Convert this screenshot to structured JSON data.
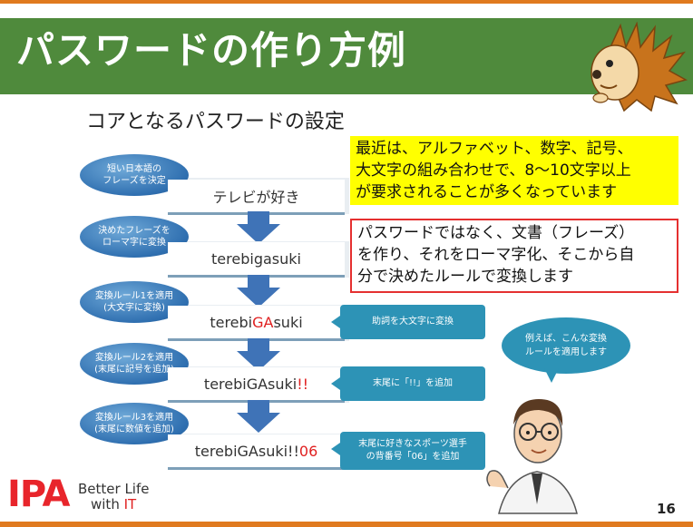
{
  "slide": {
    "title": "パスワードの作り方例",
    "subtitle": "コアとなるパスワードの設定",
    "page_number": "16"
  },
  "steps": [
    {
      "label_line1": "短い日本語の",
      "label_line2": "フレーズを決定",
      "value": "テレビが好き"
    },
    {
      "label_line1": "決めたフレーズを",
      "label_line2": "ローマ字に変換",
      "value": "terebigasuki"
    },
    {
      "label_line1": "変換ルール1を適用",
      "label_line2": "(大文字に変換)",
      "value_prefix": "terebi",
      "value_highlight": "GA",
      "value_suffix": "suki"
    },
    {
      "label_line1": "変換ルール2を適用",
      "label_line2": "(末尾に記号を追加)",
      "value_prefix": "terebiGAsuki",
      "value_highlight": "!!"
    },
    {
      "label_line1": "変換ルール3を適用",
      "label_line2": "(末尾に数値を追加)",
      "value_prefix": "terebiGAsuki!!",
      "value_highlight": "06"
    }
  ],
  "callouts": [
    {
      "text": "助詞を大文字に変換"
    },
    {
      "text": "末尾に「!!」を追加"
    },
    {
      "text_line1": "末尾に好きなスポーツ選手",
      "text_line2": "の背番号「06」を追加"
    }
  ],
  "notes": {
    "yellow_line1": "最近は、アルファベット、数字、記号、",
    "yellow_line2": "大文字の組み合わせで、8～10文字以上",
    "yellow_line3": "が要求されることが多くなっています",
    "red_line1": "パスワードではなく、文書（フレーズ）",
    "red_line2": "を作り、それをローマ字化、そこから自",
    "red_line3": "分で決めたルールで変換します"
  },
  "bubble": {
    "line1": "例えば、こんな変換",
    "line2": "ルールを適用します"
  },
  "logo": {
    "mark": "IPA",
    "tagline1": "Better Life",
    "tagline2_prefix": "with ",
    "tagline2_highlight": "IT"
  },
  "colors": {
    "title_bar": "#4f8a3c",
    "accent_orange": "#e07a1f",
    "step_blue": "#2f6fb0",
    "callout_teal": "#2d93b6",
    "note_yellow": "#ffff00",
    "note_border_red": "#e53030",
    "highlight_red": "#e02020"
  },
  "icons": {
    "mascot": "hedgehog-mascot",
    "presenter": "glasses-man-presenter"
  }
}
